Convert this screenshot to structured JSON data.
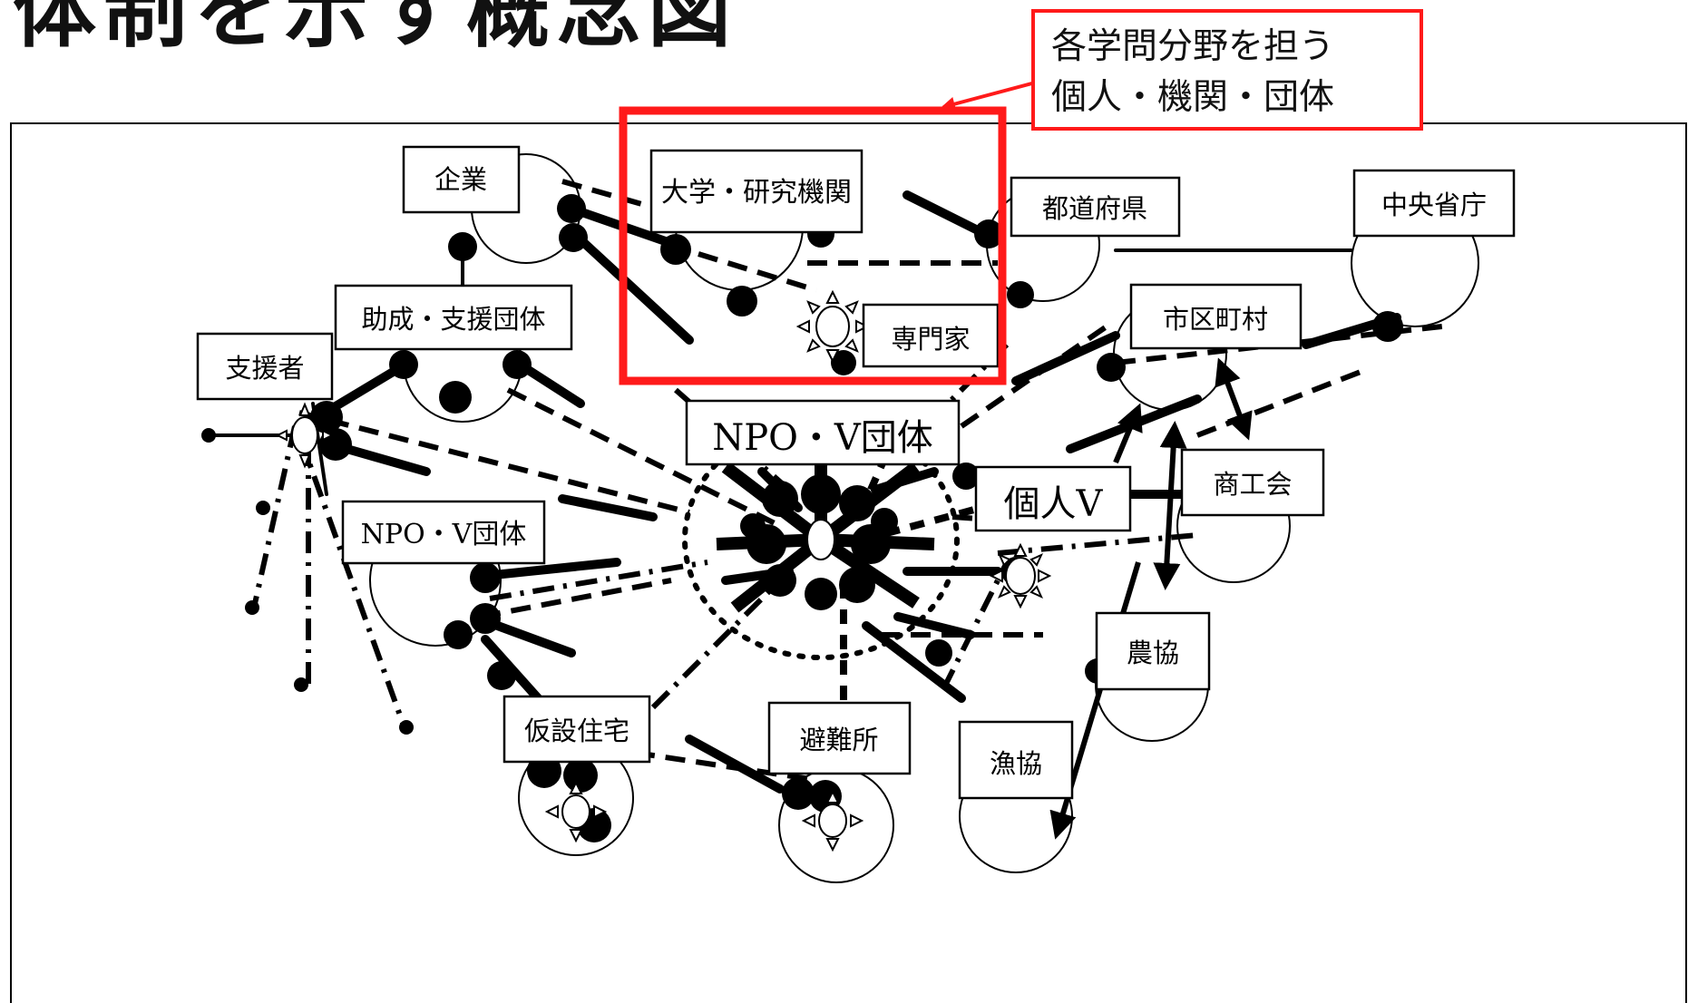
{
  "title": "体制を示す概念図",
  "callout": {
    "lines": [
      "各学問分野を担う",
      "個人・機関・団体"
    ],
    "color": "#ff1a1a"
  },
  "nodes": {
    "kigyo": "企業",
    "daigaku": "大学・研究機関",
    "todofuken": "都道府県",
    "chuo": "中央省庁",
    "josei": "助成・支援団体",
    "shienja": "支援者",
    "senmonka": "専門家",
    "shikuchoson": "市区町村",
    "npo_center": "NPO・V団体",
    "kojin_v": "個人V",
    "shokokai": "商工会",
    "npo_left": "NPO・V団体",
    "nokyo": "農協",
    "kasetsu": "仮設住宅",
    "hinanjo": "避難所",
    "gyokyo": "漁協"
  }
}
